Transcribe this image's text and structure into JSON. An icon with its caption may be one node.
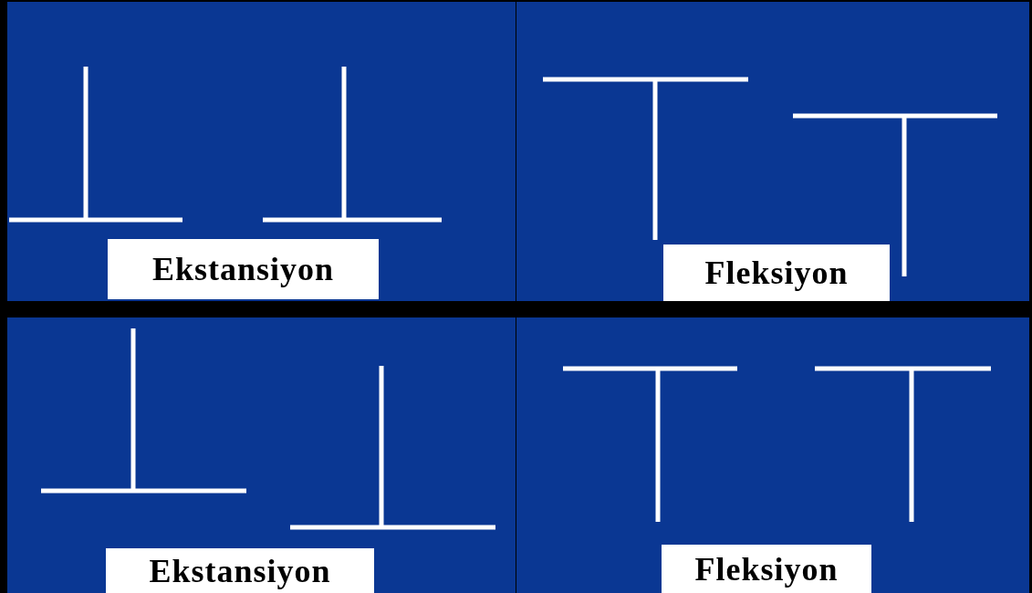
{
  "diagram": {
    "nodes": [
      {
        "text": [
          "Ekstansiyon"
        ]
      },
      {
        "text": [
          "Fleksiyon"
        ]
      },
      {
        "text": [
          "Ekstansiyon"
        ]
      },
      {
        "text": [
          "Fleksiyon"
        ]
      }
    ]
  }
}
